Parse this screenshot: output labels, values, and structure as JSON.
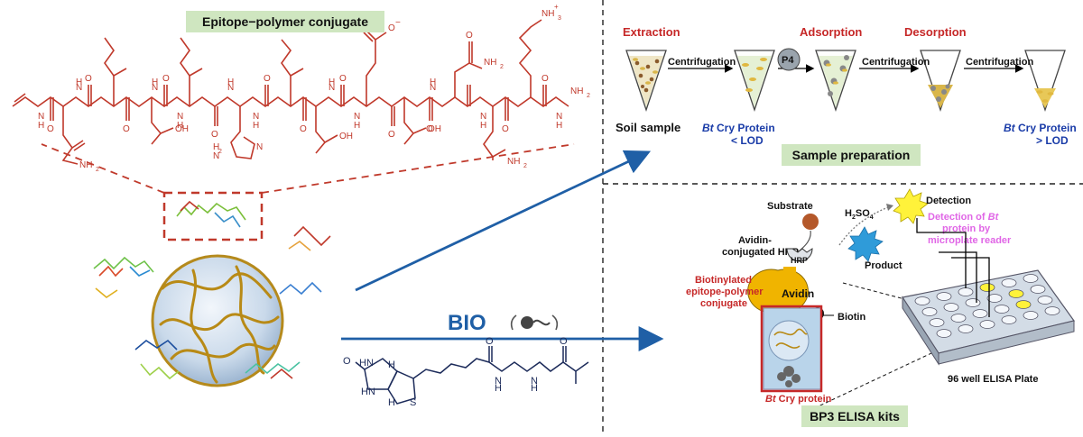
{
  "epitope_title": "Epitope−polymer conjugate",
  "extraction": {
    "step_titles": [
      "Extraction",
      "Adsorption",
      "Desorption"
    ],
    "centrifugation": "Centrifugation",
    "p4": "P4",
    "soil_sample": "Soil sample",
    "bt": "Bt",
    "cry_protein": " Cry Protein",
    "lt_lod": "< LOD",
    "gt_lod": "> LOD",
    "sample_preparation": "Sample preparation"
  },
  "bio": {
    "label": "BIO"
  },
  "elisa": {
    "substrate": "Substrate",
    "h2so4": "H",
    "h2so4_sub1": "2",
    "h2so4_so": "SO",
    "h2so4_sub2": "4",
    "detection": "Detection",
    "avidin_hrp_line1": "Avidin-",
    "avidin_hrp_line2": "conjugated HRP",
    "hrp": "HRP",
    "product": "Product",
    "avidin": "Avidin",
    "biotin": "Biotin",
    "biotinylated_line1": "Biotinylated",
    "biotinylated_line2": "epitope-polymer",
    "biotinylated_line3": "conjugate",
    "detection_reader_line1a": "Detection of ",
    "detection_reader_line1b": "Bt",
    "detection_reader_line2": "protein by",
    "detection_reader_line3": "microplate reader",
    "bt_cry_protein_a": "Bt",
    "bt_cry_protein_b": " Cry protein",
    "plate_label": "96 well ELISA Plate",
    "kits": "BP3 ELISA kits"
  },
  "colors": {
    "peptide_red": "#c0392b",
    "arrow_blue": "#1f5fa6",
    "banner_green": "#cfe6c0",
    "avidin_yellow": "#f0b400",
    "title_red": "#c62828",
    "bt_blue": "#1a3ca8",
    "pink": "#e066e6"
  }
}
